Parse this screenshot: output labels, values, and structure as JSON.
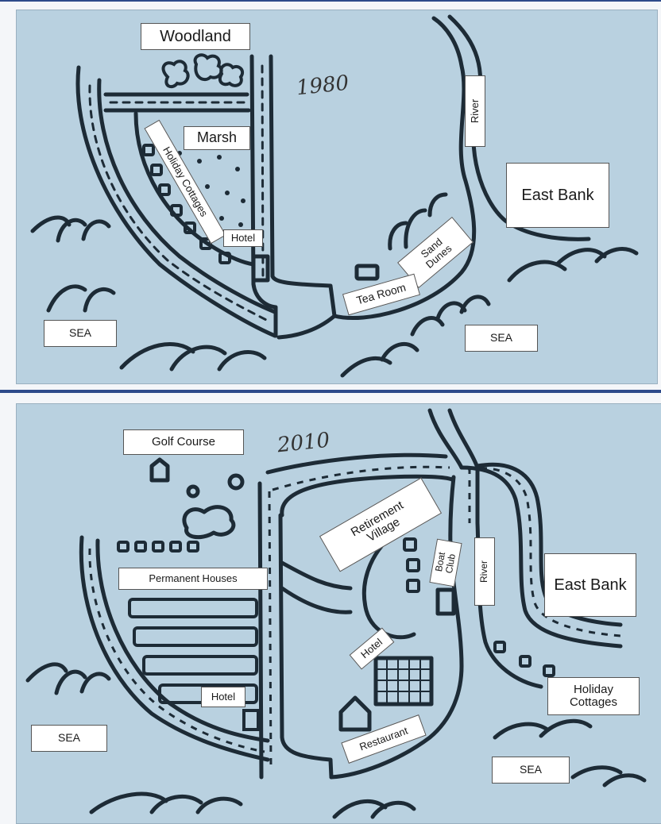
{
  "colors": {
    "water": "#b9d1e0",
    "ink": "#1d2b36",
    "label_bg": "#ffffff",
    "divider": "#2d4a8a"
  },
  "map_1980": {
    "year": "1980",
    "labels": {
      "woodland": "Woodland",
      "marsh": "Marsh",
      "holiday_cottages": "Holiday Cottages",
      "hotel": "Hotel",
      "river": "River",
      "east_bank": "East Bank",
      "sand_dunes": "Sand\nDunes",
      "tea_room": "Tea Room",
      "sea_left": "SEA",
      "sea_right": "SEA"
    }
  },
  "map_2010": {
    "year": "2010",
    "labels": {
      "golf_course": "Golf Course",
      "retirement_village": "Retirement\nVillage",
      "boat_club": "Boat\nClub",
      "river": "River",
      "east_bank": "East Bank",
      "permanent_houses": "Permanent Houses",
      "hotel_left": "Hotel",
      "hotel_center": "Hotel",
      "restaurant": "Restaurant",
      "holiday_cottages": "Holiday\nCottages",
      "sea_left": "SEA",
      "sea_right": "SEA"
    }
  }
}
